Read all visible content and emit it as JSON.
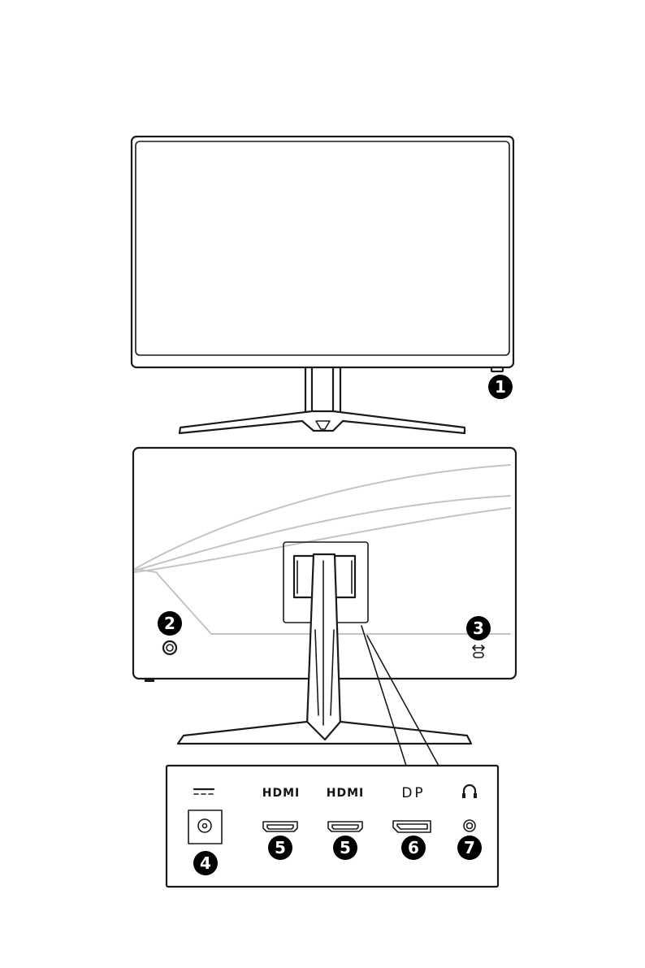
{
  "callouts": {
    "c1": "1",
    "c2": "2",
    "c3": "3",
    "c4": "4",
    "c5a": "5",
    "c5b": "5",
    "c6": "6",
    "c7": "7"
  },
  "ports": {
    "hdmi_1": "HDMI",
    "hdmi_2": "HDMI",
    "dp": "DP"
  },
  "icons": {
    "dc_power": "dc-power-icon",
    "headphone": "headphone-icon",
    "kensington_lock": "kensington-lock-icon"
  }
}
